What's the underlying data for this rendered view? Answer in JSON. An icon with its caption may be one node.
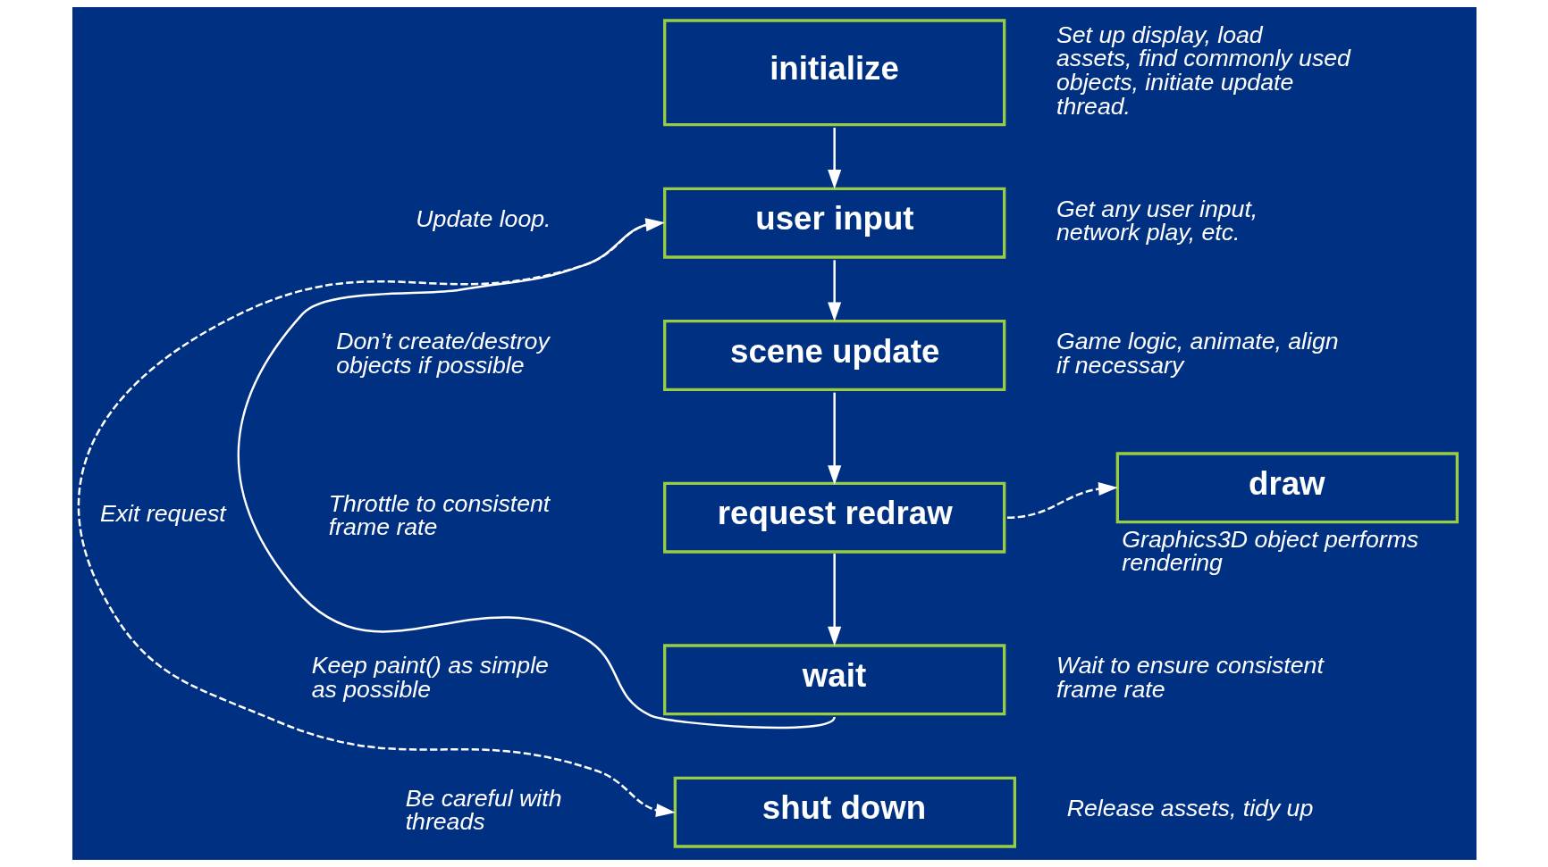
{
  "diagram": {
    "nodes": [
      {
        "text": [
          "initialize"
        ],
        "beside": [
          "Set up display, load assets, find commonly used objects, initiate update thread."
        ]
      },
      {
        "text": [
          "user input"
        ],
        "beside": [
          "Get any user input, network play, etc."
        ]
      },
      {
        "text": [
          "scene update"
        ],
        "beside": [
          "Game logic, animate, align if necessary"
        ]
      },
      {
        "text": [
          "request redraw"
        ]
      },
      {
        "text": [
          "draw"
        ],
        "beside": [
          "Graphics3D object performs rendering"
        ]
      },
      {
        "text": [
          "wait"
        ],
        "beside": [
          "Wait to ensure consistent frame rate"
        ]
      },
      {
        "text": [
          "shut down"
        ],
        "beside": [
          "Release assets, tidy up"
        ]
      }
    ],
    "edges": [
      {
        "from": 0,
        "to": 1,
        "arrow": "to"
      },
      {
        "from": 1,
        "to": 2,
        "arrow": "to"
      },
      {
        "from": 2,
        "to": 3,
        "arrow": "to"
      },
      {
        "from": 3,
        "to": 5,
        "arrow": "to"
      },
      {
        "from": 5,
        "to": 1,
        "arrow": "to"
      },
      {
        "from": 3,
        "to": 4,
        "arrow": "to",
        "style": "dashed"
      },
      {
        "from": 1,
        "to": 6,
        "arrow": "to",
        "style": "dashed",
        "label": "Exit request"
      }
    ],
    "labels": [
      "Update loop.",
      "Don’t create/destroy objects if possible",
      "Throttle to consistent frame rate",
      "Keep paint() as simple as possible",
      "Be careful with threads"
    ]
  }
}
